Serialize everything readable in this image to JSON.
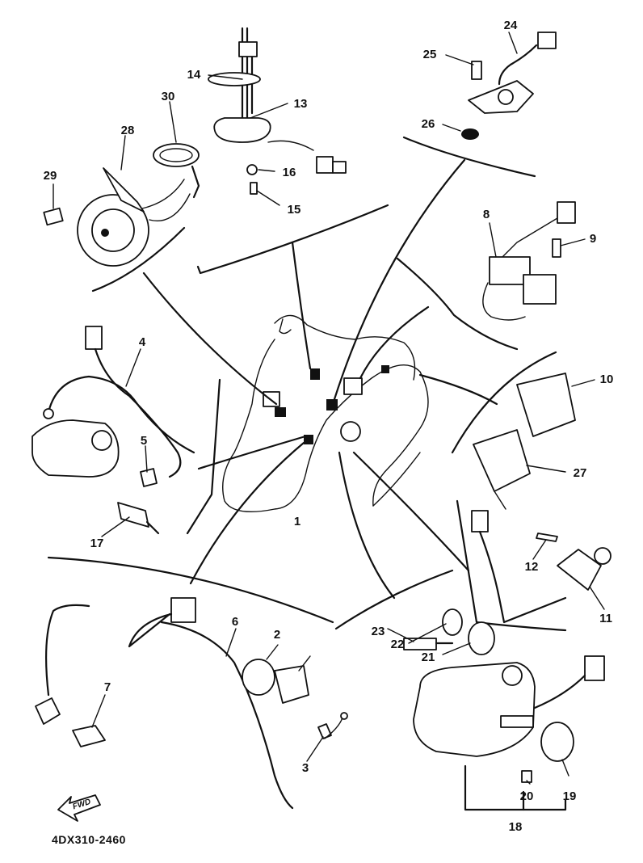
{
  "callouts": {
    "c1": "1",
    "c2": "2",
    "c3": "3",
    "c4": "4",
    "c5": "5",
    "c6": "6",
    "c7": "7",
    "c8": "8",
    "c9": "9",
    "c10": "10",
    "c11": "11",
    "c12": "12",
    "c13": "13",
    "c14": "14",
    "c15": "15",
    "c16": "16",
    "c17": "17",
    "c18": "18",
    "c19": "19",
    "c20": "20",
    "c21": "21",
    "c22": "22",
    "c23": "23",
    "c24": "24",
    "c25": "25",
    "c26": "26",
    "c27": "27",
    "c28": "28",
    "c29": "29",
    "c30": "30"
  },
  "diagram_code": "4DX310-2460",
  "forward_arrow": {
    "label": "FWD"
  }
}
